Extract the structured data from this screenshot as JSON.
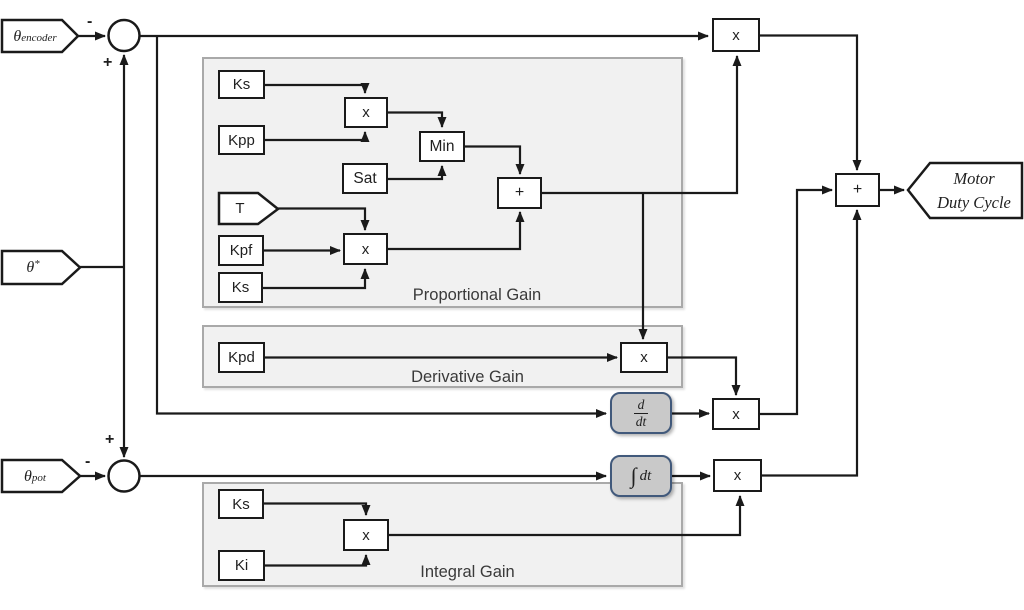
{
  "tags": {
    "encoder": {
      "base": "θ",
      "sub": "encoder"
    },
    "setpoint": {
      "base": "θ",
      "sup": "*"
    },
    "pot": {
      "base": "θ",
      "sub": "pot"
    },
    "time": {
      "label": "T"
    },
    "output": {
      "line1": "Motor",
      "line2": "Duty Cycle"
    }
  },
  "groups": {
    "proportional": {
      "label": "Proportional Gain"
    },
    "derivative": {
      "label": "Derivative Gain"
    },
    "integral": {
      "label": "Integral Gain"
    }
  },
  "blocks": {
    "ks_p1": {
      "label": "Ks"
    },
    "kpp": {
      "label": "Kpp"
    },
    "x_p1": {
      "label": "x"
    },
    "min": {
      "label": "Min"
    },
    "sat": {
      "label": "Sat"
    },
    "kpf": {
      "label": "Kpf"
    },
    "ks_p2": {
      "label": "Ks"
    },
    "x_p2": {
      "label": "x"
    },
    "sum_p": {
      "label": "+"
    },
    "kpd": {
      "label": "Kpd"
    },
    "x_d": {
      "label": "x"
    },
    "ks_i": {
      "label": "Ks"
    },
    "ki": {
      "label": "Ki"
    },
    "x_i": {
      "label": "x"
    },
    "x_top": {
      "label": "x"
    },
    "sum_main": {
      "label": "+"
    },
    "x_deriv": {
      "label": "x"
    },
    "x_int": {
      "label": "x"
    },
    "ddt": {
      "num": "d",
      "den": "dt"
    },
    "intdt": {
      "sign": "∫",
      "label": "dt"
    }
  },
  "signs": {
    "top_minus": "-",
    "top_plus": "+",
    "bottom_plus": "+",
    "bottom_minus": "-"
  },
  "colors": {
    "wire": "#1a1a1a",
    "block_fill": "#ffffff",
    "group_fill": "#f1f1f1",
    "group_border": "#a9a9a9",
    "operator_fill": "#c9c9c9",
    "operator_border": "#41597b"
  }
}
